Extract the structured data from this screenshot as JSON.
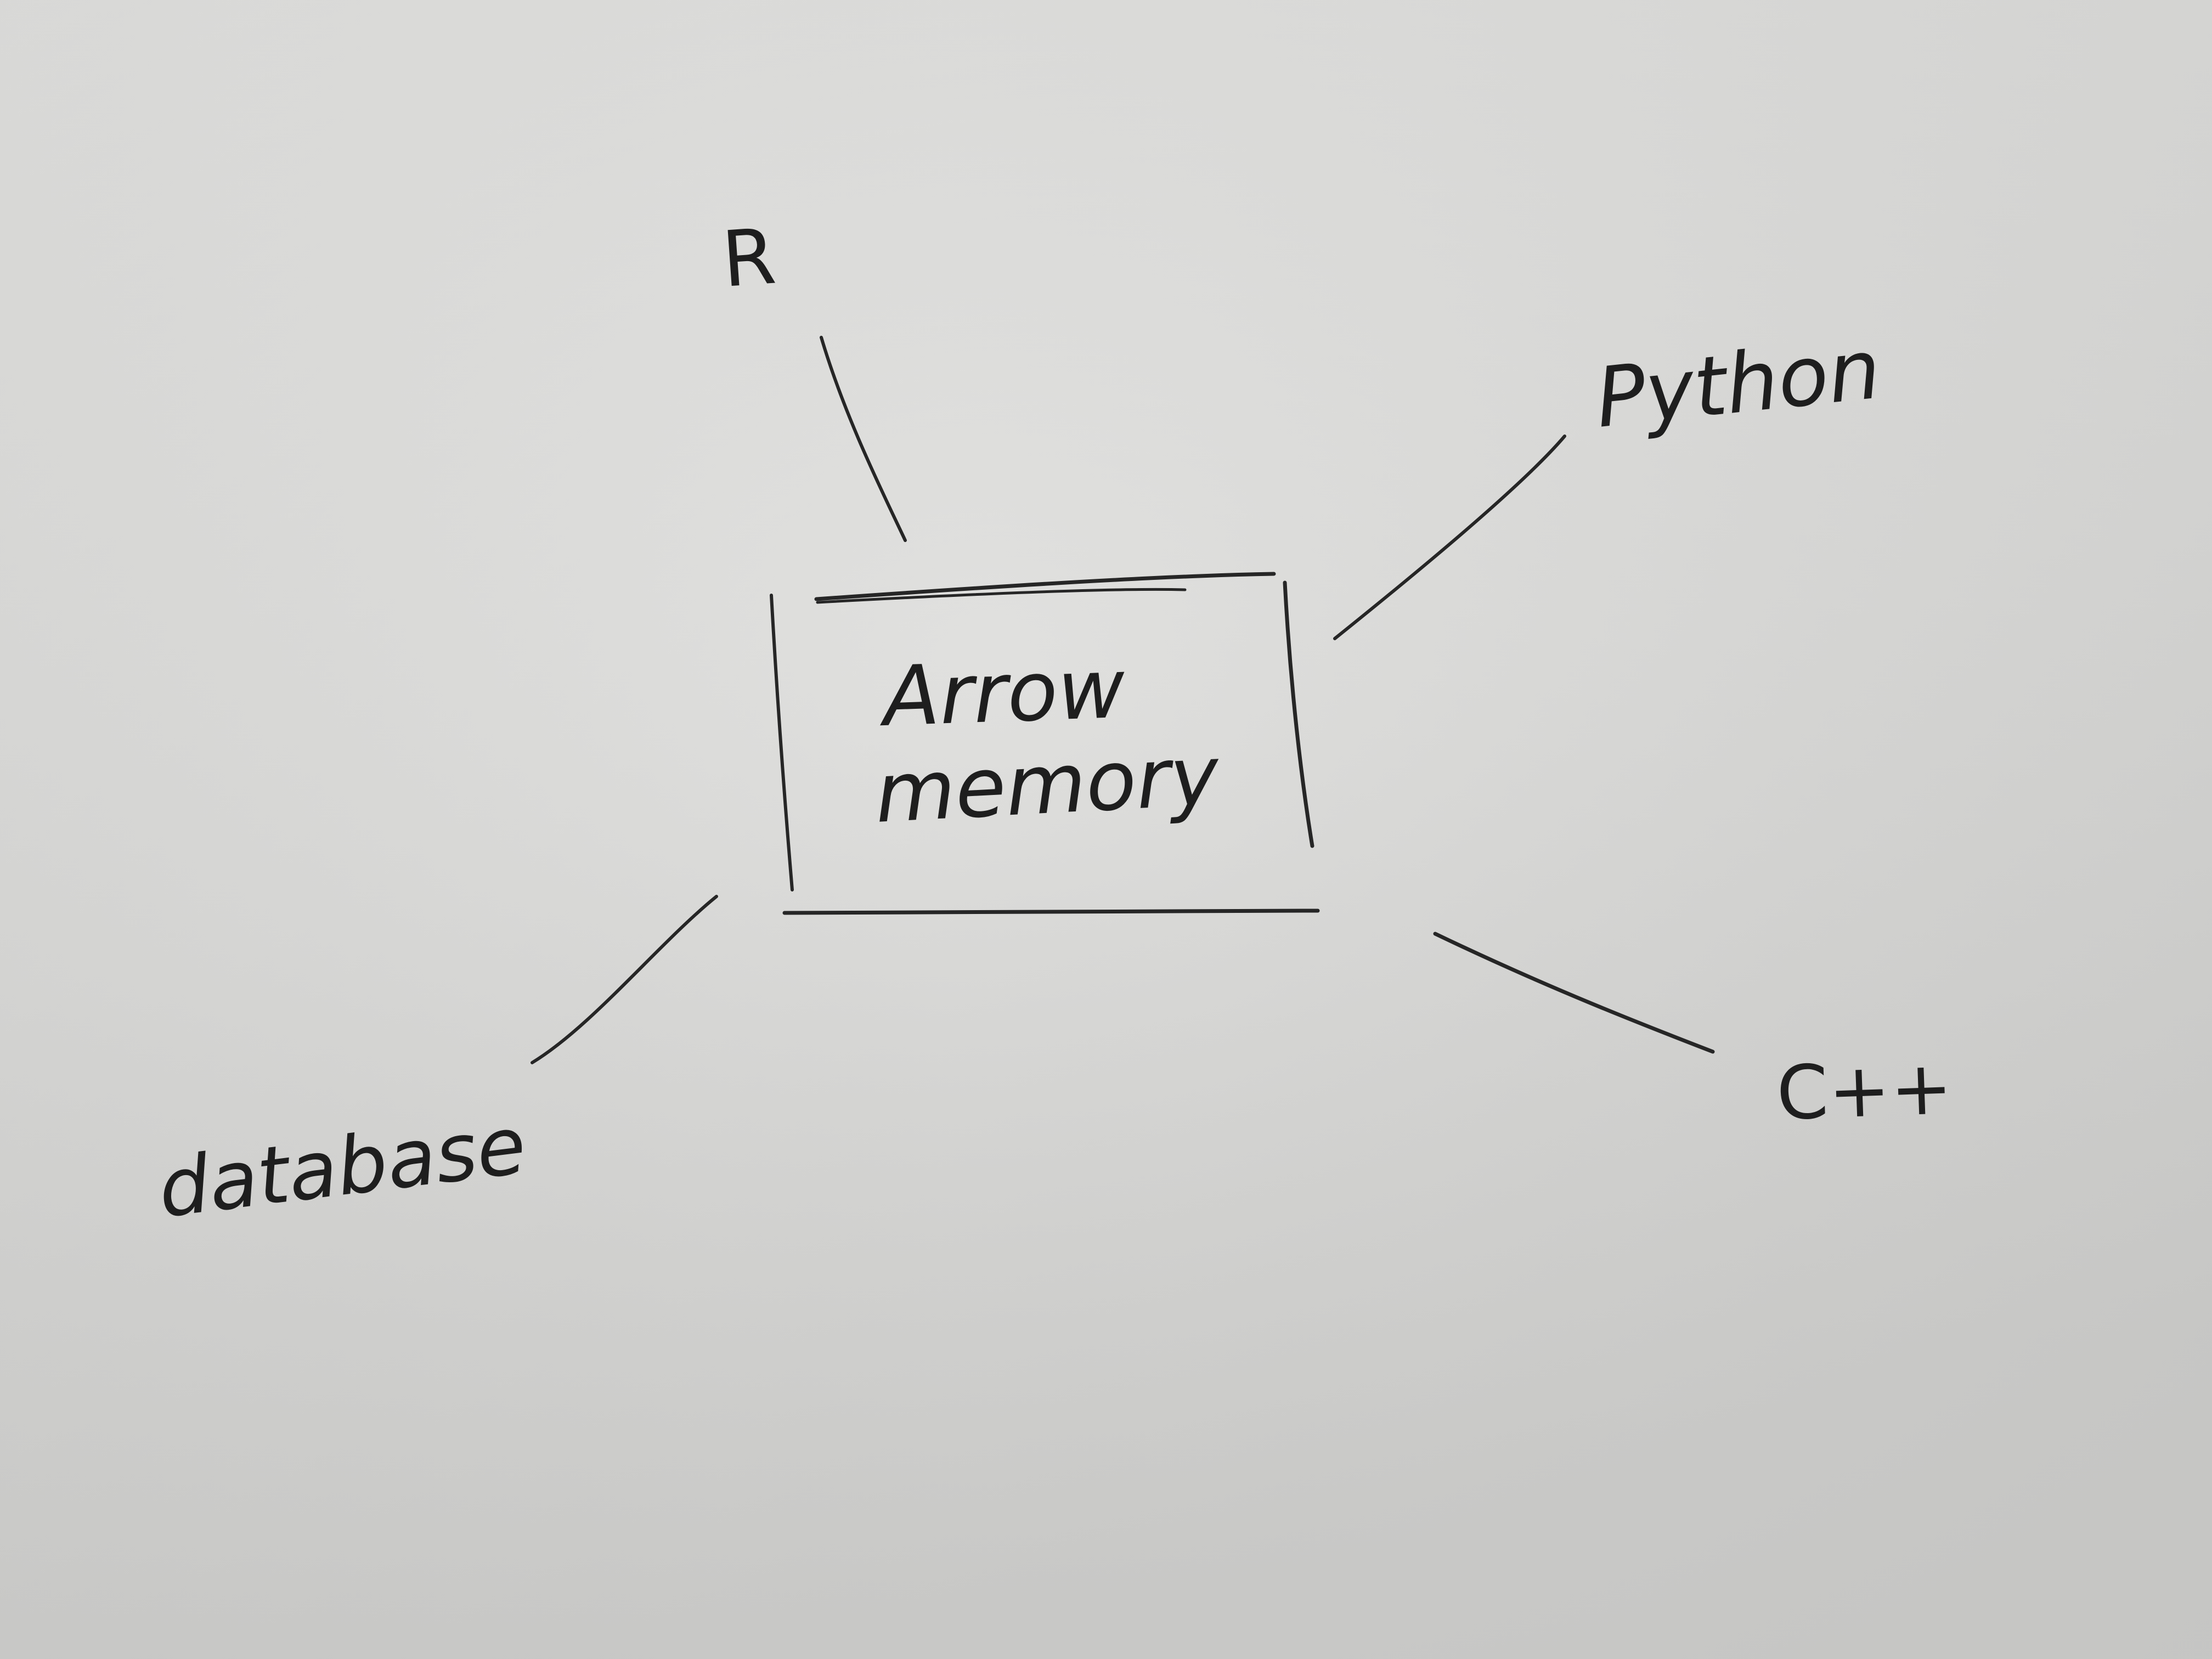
{
  "colors": {
    "paper_top": "#e4e4e2",
    "paper_bottom": "#d3d3d1",
    "pencil": "#262626"
  },
  "diagram": {
    "center_box": {
      "line1": "Arrow",
      "line2": "memory"
    },
    "nodes": {
      "r": "R",
      "python": "Python",
      "cpp": "C++",
      "database": "database"
    }
  }
}
